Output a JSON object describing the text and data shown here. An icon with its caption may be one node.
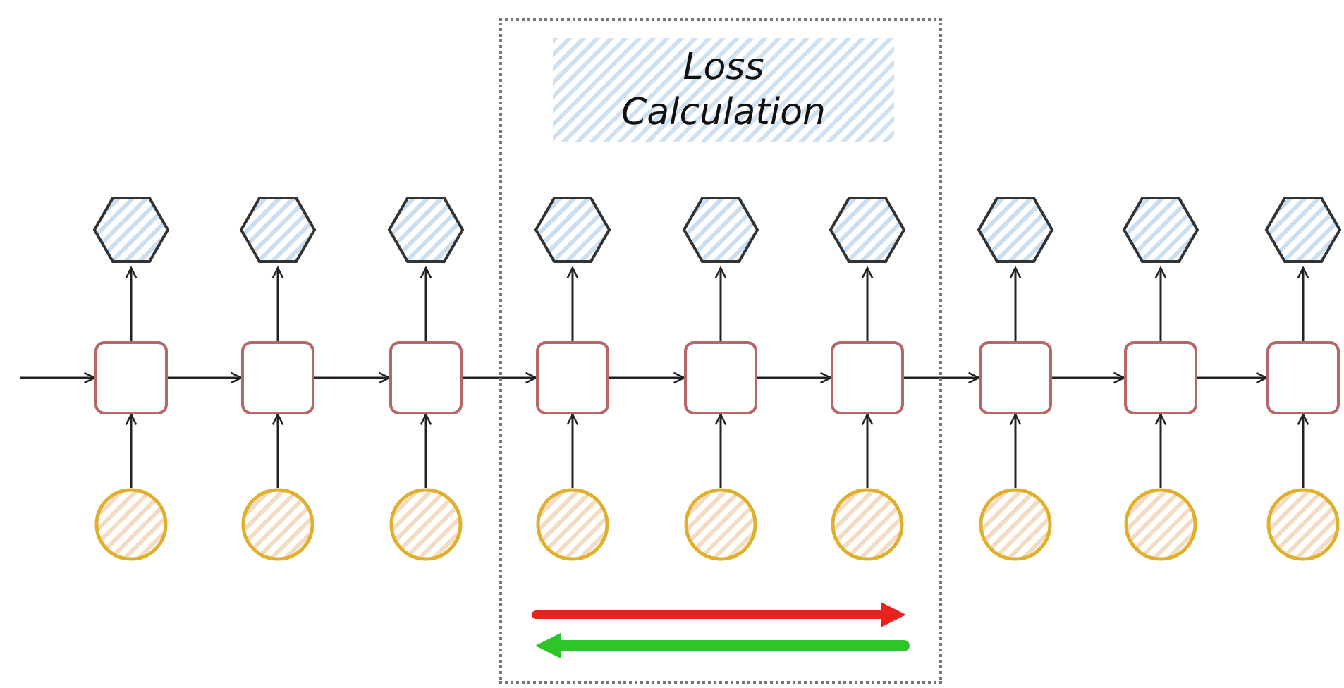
{
  "diagram": {
    "nodes": [
      {
        "text": [],
        "shape": "box"
      },
      {
        "text": [
          "Loss Calculation"
        ],
        "in": 0
      },
      {
        "text": [],
        "shape": "hexagon"
      },
      {
        "text": [],
        "shape": "hexagon"
      },
      {
        "text": [],
        "shape": "hexagon"
      },
      {
        "text": [],
        "shape": "hexagon",
        "in": 0
      },
      {
        "text": [],
        "shape": "hexagon",
        "in": 0
      },
      {
        "text": [],
        "shape": "hexagon",
        "in": 0
      },
      {
        "text": [],
        "shape": "hexagon"
      },
      {
        "text": [],
        "shape": "hexagon"
      },
      {
        "text": [],
        "shape": "hexagon"
      },
      {
        "text": [],
        "shape": "box"
      },
      {
        "text": [],
        "shape": "box"
      },
      {
        "text": [],
        "shape": "box"
      },
      {
        "text": [],
        "shape": "box",
        "in": 0
      },
      {
        "text": [],
        "shape": "box",
        "in": 0
      },
      {
        "text": [],
        "shape": "box",
        "in": 0
      },
      {
        "text": [],
        "shape": "box"
      },
      {
        "text": [],
        "shape": "box"
      },
      {
        "text": [],
        "shape": "box"
      },
      {
        "text": [],
        "shape": "circle"
      },
      {
        "text": [],
        "shape": "circle"
      },
      {
        "text": [],
        "shape": "circle"
      },
      {
        "text": [],
        "shape": "circle",
        "in": 0
      },
      {
        "text": [],
        "shape": "circle",
        "in": 0
      },
      {
        "text": [],
        "shape": "circle",
        "in": 0
      },
      {
        "text": [],
        "shape": "circle"
      },
      {
        "text": [],
        "shape": "circle"
      },
      {
        "text": [],
        "shape": "circle"
      }
    ],
    "edges": [
      {
        "from": null,
        "to": 11,
        "arrow": "to"
      },
      {
        "from": 11,
        "to": 12,
        "arrow": "to"
      },
      {
        "from": 12,
        "to": 13,
        "arrow": "to"
      },
      {
        "from": 13,
        "to": 14,
        "arrow": "to"
      },
      {
        "from": 14,
        "to": 15,
        "arrow": "to"
      },
      {
        "from": 15,
        "to": 16,
        "arrow": "to"
      },
      {
        "from": 16,
        "to": 17,
        "arrow": "to"
      },
      {
        "from": 17,
        "to": 18,
        "arrow": "to"
      },
      {
        "from": 18,
        "to": 19,
        "arrow": "to"
      },
      {
        "from": 20,
        "to": 11,
        "arrow": "to"
      },
      {
        "from": 21,
        "to": 12,
        "arrow": "to"
      },
      {
        "from": 22,
        "to": 13,
        "arrow": "to"
      },
      {
        "from": 23,
        "to": 14,
        "arrow": "to"
      },
      {
        "from": 24,
        "to": 15,
        "arrow": "to"
      },
      {
        "from": 25,
        "to": 16,
        "arrow": "to"
      },
      {
        "from": 26,
        "to": 17,
        "arrow": "to"
      },
      {
        "from": 27,
        "to": 18,
        "arrow": "to"
      },
      {
        "from": 28,
        "to": 19,
        "arrow": "to"
      },
      {
        "from": 11,
        "to": 2,
        "arrow": "to"
      },
      {
        "from": 12,
        "to": 3,
        "arrow": "to"
      },
      {
        "from": 13,
        "to": 4,
        "arrow": "to"
      },
      {
        "from": 14,
        "to": 5,
        "arrow": "to"
      },
      {
        "from": 15,
        "to": 6,
        "arrow": "to"
      },
      {
        "from": 16,
        "to": 7,
        "arrow": "to"
      },
      {
        "from": 17,
        "to": 8,
        "arrow": "to"
      },
      {
        "from": 18,
        "to": 9,
        "arrow": "to"
      },
      {
        "from": 19,
        "to": 10,
        "arrow": "to"
      }
    ]
  }
}
